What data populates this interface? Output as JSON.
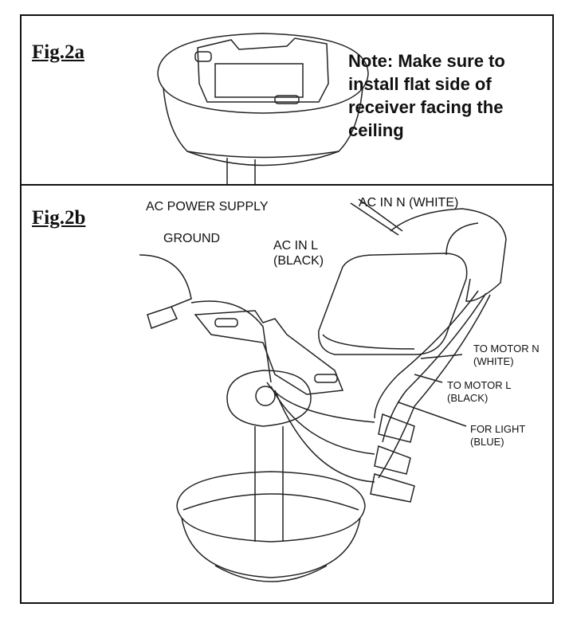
{
  "fig_a": {
    "title": "Fig.2a",
    "note": [
      "Note: Make sure to",
      "install flat side of",
      "receiver facing the",
      "ceiling"
    ]
  },
  "fig_b": {
    "title": "Fig.2b",
    "labels": {
      "ac_power": "AC POWER SUPPLY",
      "ground": "GROUND",
      "ac_in_l": [
        "AC IN L",
        "(BLACK)"
      ],
      "ac_in_n": "AC IN N (WHITE)",
      "motor_n": [
        "TO MOTOR N",
        "(WHITE)"
      ],
      "motor_l": [
        "TO MOTOR L",
        "(BLACK)"
      ],
      "light": [
        "FOR LIGHT",
        "(BLUE)"
      ]
    }
  }
}
